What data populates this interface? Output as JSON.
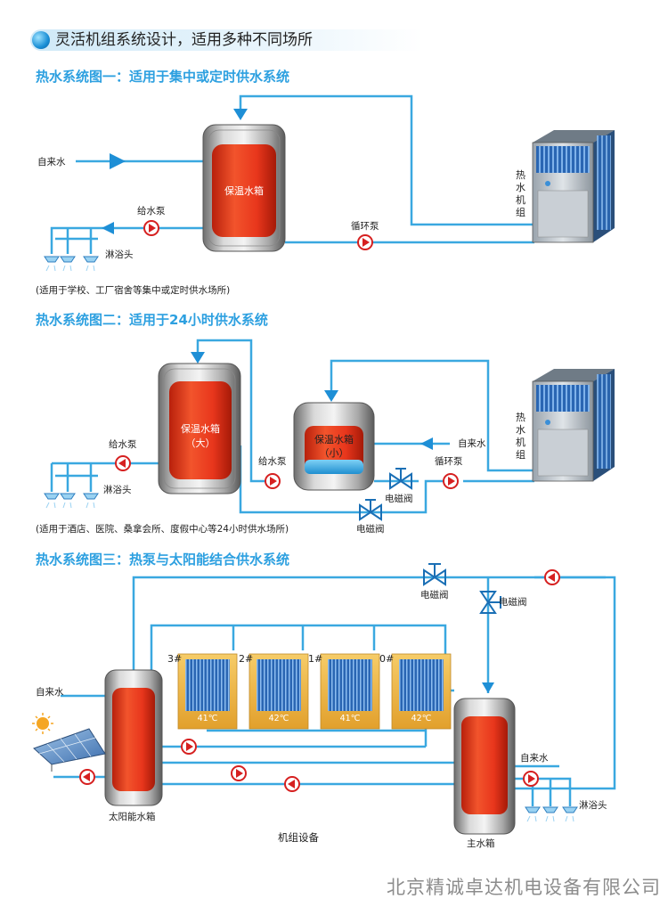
{
  "header": {
    "title": "灵活机组系统设计，适用多种不同场所"
  },
  "diagram1": {
    "title": "热水系统图一：适用于集中或定时供水系统",
    "tank_label": "保温水箱",
    "supply_label": "自来水",
    "pump_label": "给水泵",
    "circ_pump_label": "循环泵",
    "shower_label": "淋浴头",
    "unit_label": "热水机组",
    "note": "(适用于学校、工厂宿舍等集中或定时供水场所)"
  },
  "diagram2": {
    "title": "热水系统图二：适用于24小时供水系统",
    "big_tank_label": "保温水箱",
    "big_tank_size": "（大）",
    "small_tank_label": "保温水箱",
    "small_tank_size": "（小）",
    "supply_label": "自来水",
    "feed_pump_left": "给水泵",
    "feed_pump_mid": "给水泵",
    "circ_pump_label": "循环泵",
    "valve_label_top": "电磁阀",
    "valve_label_bottom": "电磁阀",
    "shower_label": "淋浴头",
    "unit_label": "热水机组",
    "note": "(适用于酒店、医院、桑拿会所、度假中心等24小时供水场所)"
  },
  "diagram3": {
    "title": "热水系统图三：热泵与太阳能结合供水系统",
    "valve_label_top": "电磁阀",
    "valve_label_right": "电磁阀",
    "supply_label_left": "自来水",
    "supply_label_right": "自来水",
    "solar_tank_label": "太阳能水箱",
    "main_tank_label": "主水箱",
    "equipment_label": "机组设备",
    "shower_label": "淋浴头",
    "units": [
      {
        "number": "3#",
        "temp": "41℃"
      },
      {
        "number": "2#",
        "temp": "42℃"
      },
      {
        "number": "1#",
        "temp": "41℃"
      },
      {
        "number": "0#",
        "temp": "42℃"
      }
    ]
  },
  "footer": {
    "company": "北京精诚卓达机电设备有限公司"
  },
  "colors": {
    "pipe": "#3aa8e0",
    "title": "#2da0e0",
    "tank_red": "#e8361c",
    "pump_red": "#d62020"
  }
}
